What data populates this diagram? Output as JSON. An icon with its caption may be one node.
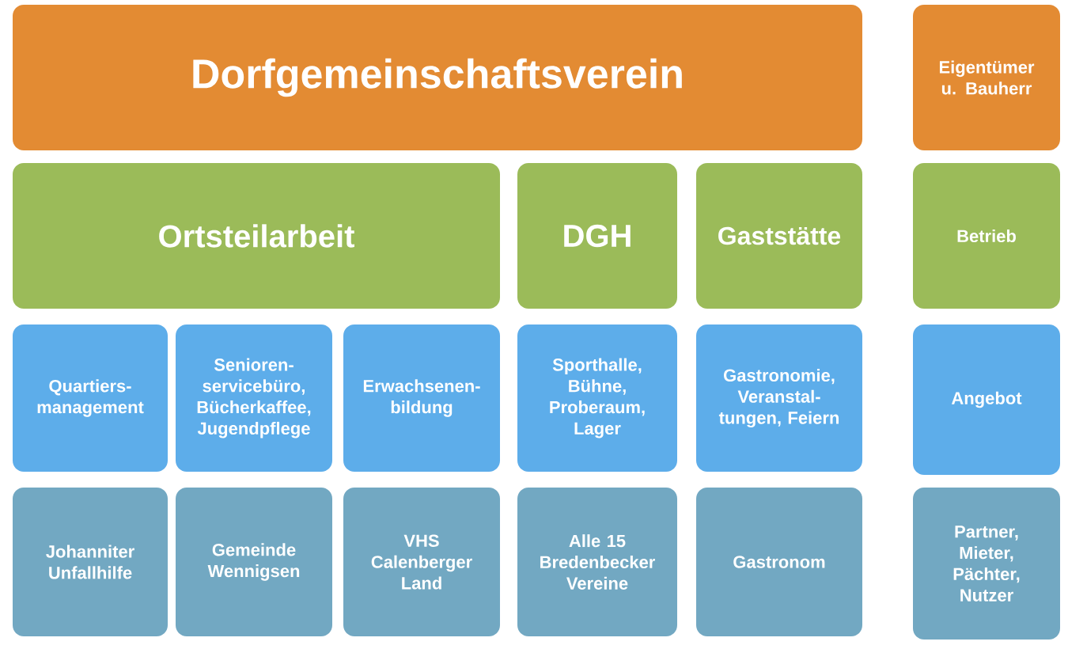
{
  "diagram": {
    "nodes": [
      {
        "text": [
          "Dorfgemeinschaftsverein"
        ]
      },
      {
        "text": [
          "Eigentümer u. Bauherr"
        ]
      },
      {
        "text": [
          "Ortsteilarbeit"
        ]
      },
      {
        "text": [
          "DGH"
        ]
      },
      {
        "text": [
          "Gaststätte"
        ]
      },
      {
        "text": [
          "Betrieb"
        ]
      },
      {
        "text": [
          "Quartiers- management"
        ]
      },
      {
        "text": [
          "Senioren- servicebüro, Bücherkaffee, Jugendpflege"
        ]
      },
      {
        "text": [
          "Erwachsenen- bildung"
        ]
      },
      {
        "text": [
          "Sporthalle, Bühne, Proberaum, Lager"
        ]
      },
      {
        "text": [
          "Gastronomie, Veranstal- tungen, Feiern"
        ]
      },
      {
        "text": [
          "Angebot"
        ]
      },
      {
        "text": [
          "Johanniter Unfallhilfe"
        ]
      },
      {
        "text": [
          "Gemeinde Wennigsen"
        ]
      },
      {
        "text": [
          "VHS Calenberger Land"
        ]
      },
      {
        "text": [
          "Alle 15 Bredenbecker Vereine"
        ]
      },
      {
        "text": [
          "Gastronom"
        ]
      },
      {
        "text": [
          "Partner, Mieter, Pächter, Nutzer"
        ]
      }
    ]
  }
}
